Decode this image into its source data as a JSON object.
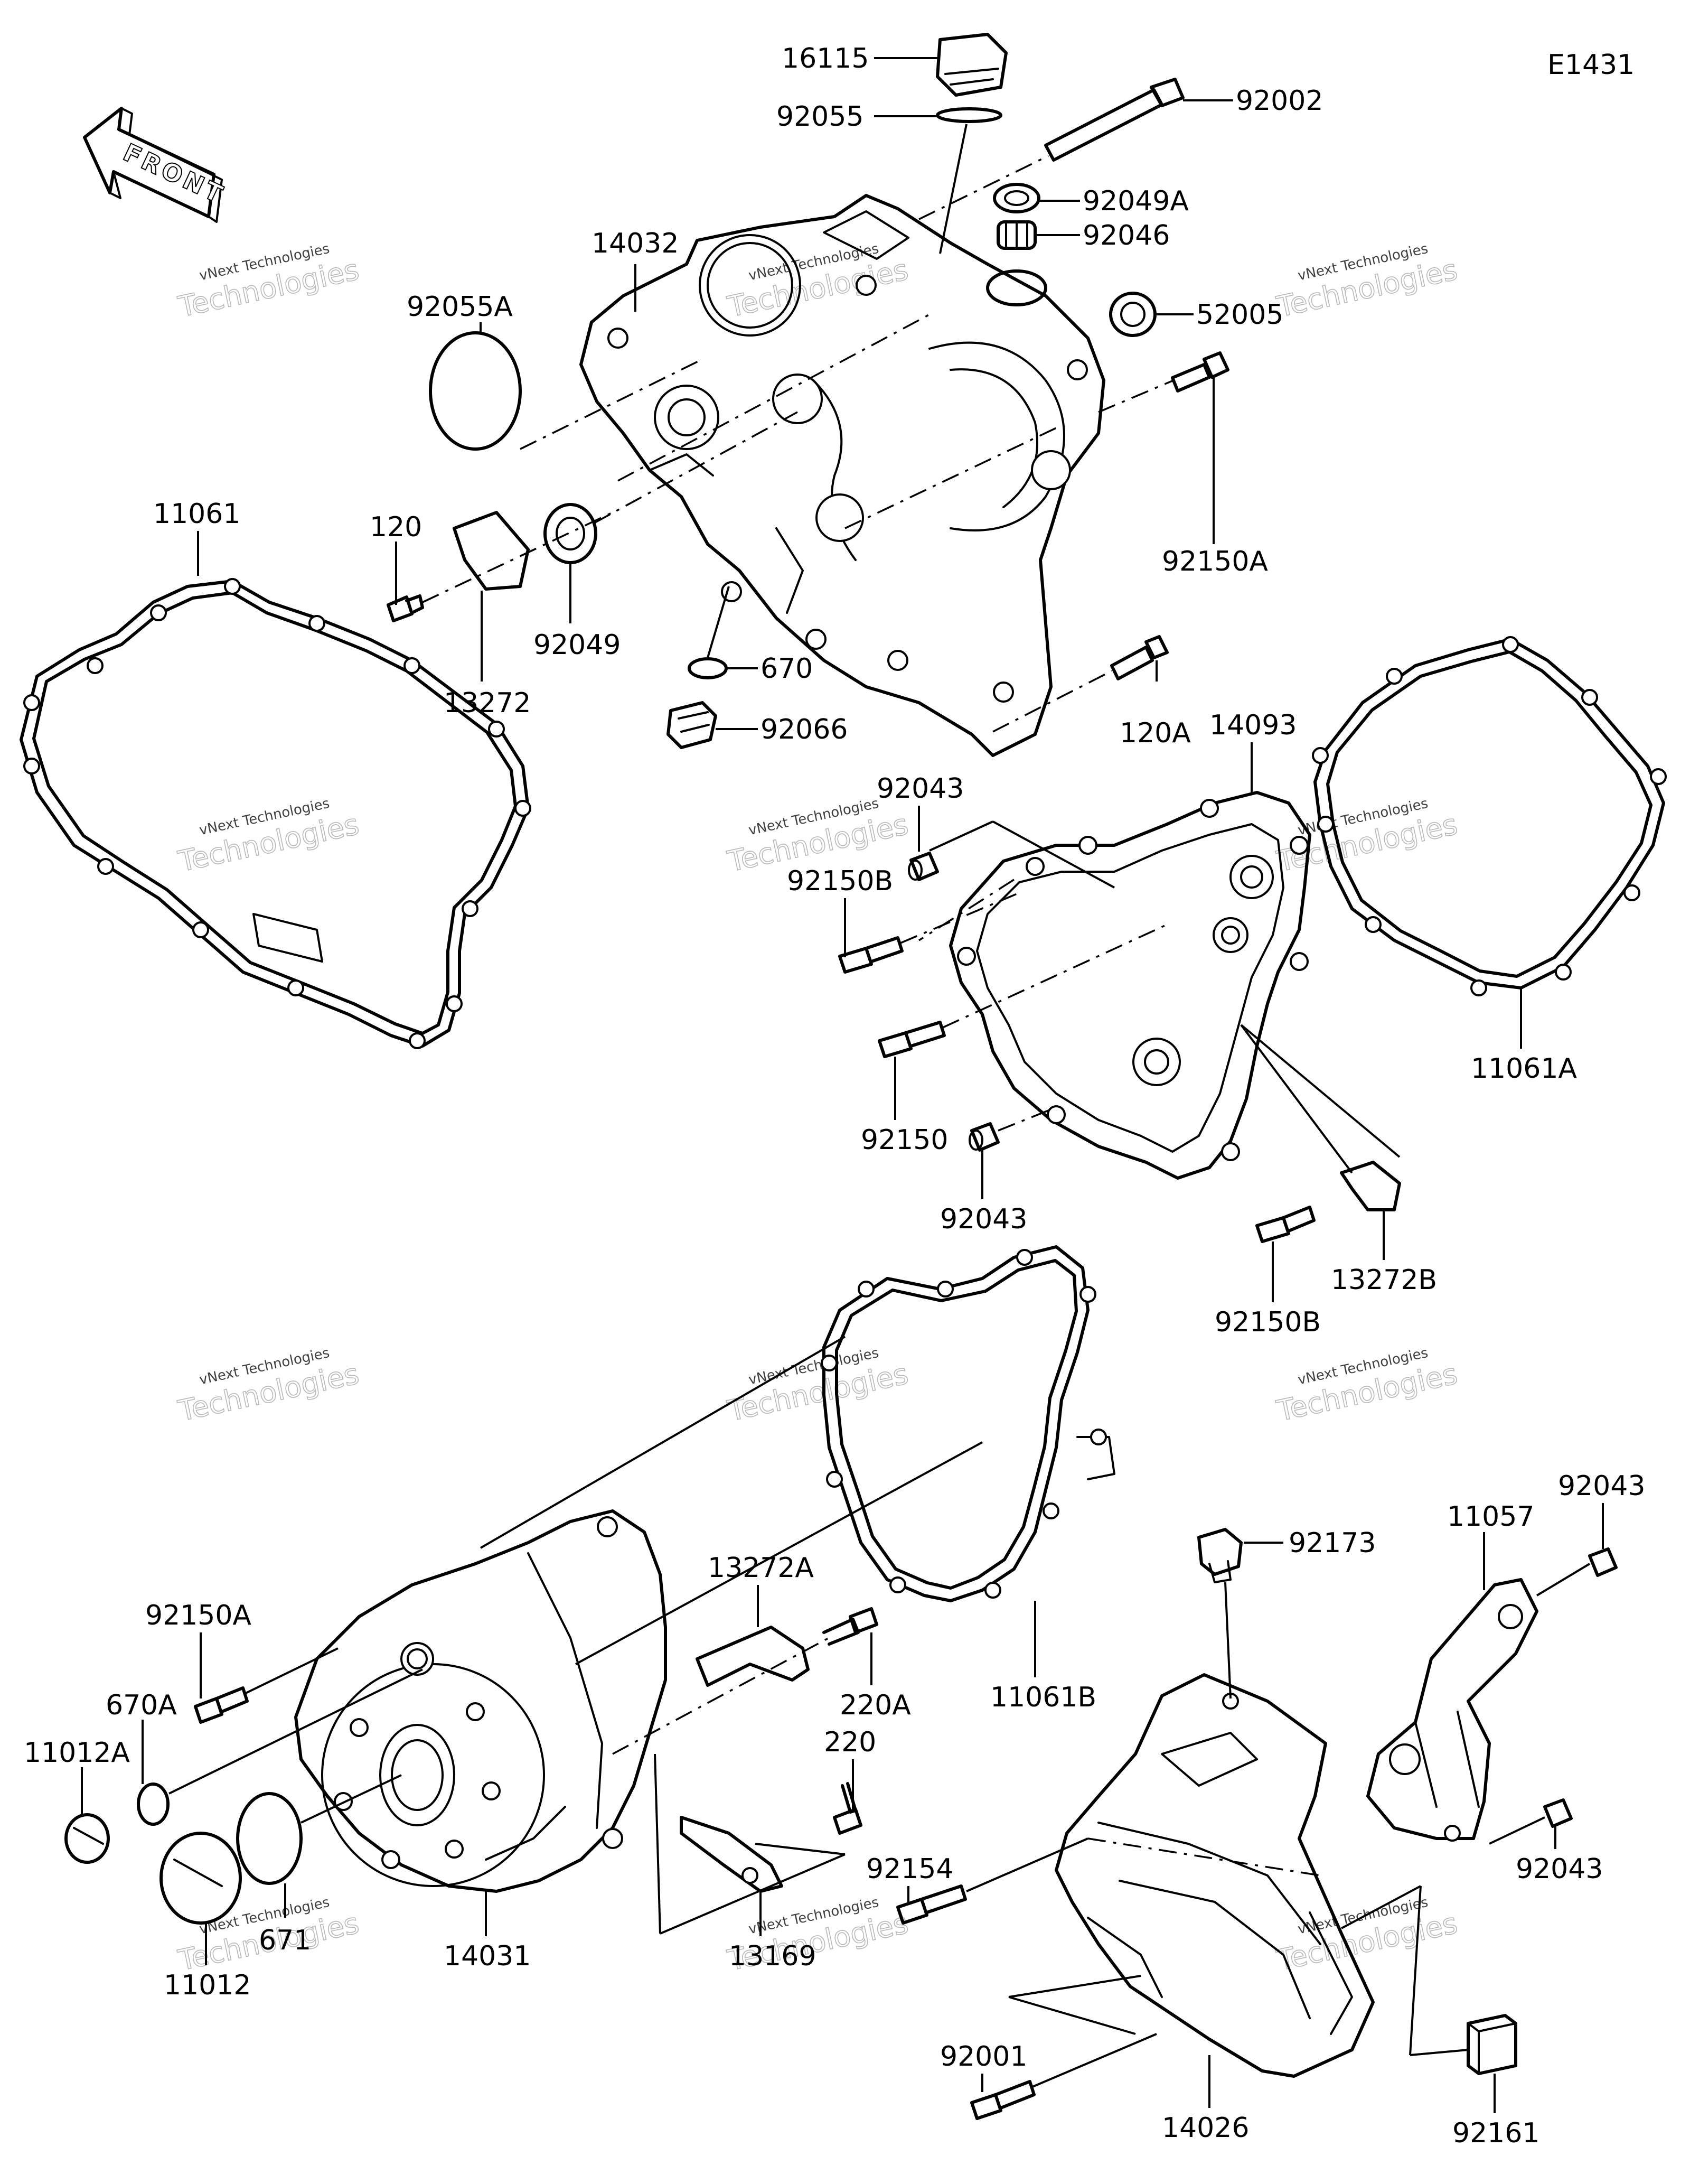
{
  "diagram_code": "E1431",
  "front_label": "FRONT",
  "watermark": {
    "line1": "vNext Technologies",
    "line2": "Technologies"
  },
  "labels": {
    "p16115": "16115",
    "p92055": "92055",
    "p92002": "92002",
    "p92049A": "92049A",
    "p92046": "92046",
    "p14032": "14032",
    "p52005": "52005",
    "p92055A": "92055A",
    "p11061": "11061",
    "p120": "120",
    "p92049": "92049",
    "p13272": "13272",
    "p92150A_top": "92150A",
    "p670": "670",
    "p120A": "120A",
    "p92066": "92066",
    "p14093": "14093",
    "p92043_a": "92043",
    "p92150B_a": "92150B",
    "p11061A": "11061A",
    "p92150": "92150",
    "p92043_b": "92043",
    "p13272B": "13272B",
    "p92150B_b": "92150B",
    "p92043_c": "92043",
    "p11057": "11057",
    "p13272A": "13272A",
    "p92173": "92173",
    "p92150A_bot": "92150A",
    "p220A": "220A",
    "p11061B": "11061B",
    "p670A": "670A",
    "p11012A": "11012A",
    "p220": "220",
    "p92154": "92154",
    "p92043_d": "92043",
    "p671": "671",
    "p14031": "14031",
    "p13169": "13169",
    "p11012": "11012",
    "p92001": "92001",
    "p14026": "14026",
    "p92161": "92161"
  }
}
